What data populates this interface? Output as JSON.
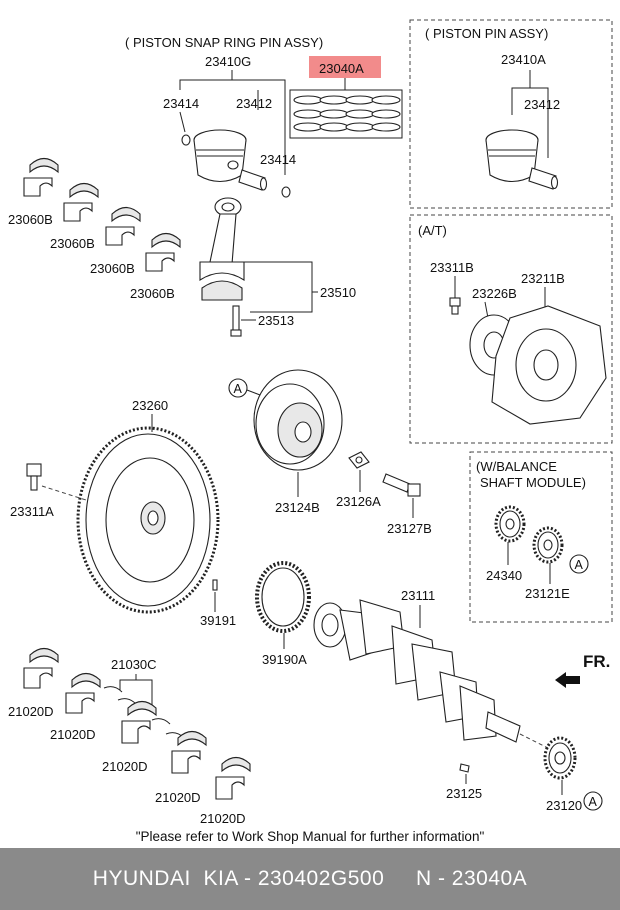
{
  "groups": {
    "piston_snap_ring": "( PISTON  SNAP RING  PIN ASSY)",
    "piston_pin": "( PISTON  PIN ASSY)",
    "at": "(A/T)",
    "balance_1": "(W/BALANCE",
    "balance_2": "SHAFT MODULE)"
  },
  "labels": {
    "p23410G": "23410G",
    "p23040A": "23040A",
    "p23410A": "23410A",
    "p23414_a": "23414",
    "p23412_a": "23412",
    "p23414_b": "23414",
    "p23412_b": "23412",
    "p23060B_1": "23060B",
    "p23060B_2": "23060B",
    "p23060B_3": "23060B",
    "p23060B_4": "23060B",
    "p23510": "23510",
    "p23513": "23513",
    "p23311B": "23311B",
    "p23226B": "23226B",
    "p23211B": "23211B",
    "p23260": "23260",
    "p23311A": "23311A",
    "p23124B": "23124B",
    "p23126A": "23126A",
    "p23127B": "23127B",
    "p24340": "24340",
    "p23121E": "23121E",
    "p39191": "39191",
    "p39190A": "39190A",
    "p23111": "23111",
    "p21030C": "21030C",
    "p21020D_1": "21020D",
    "p21020D_2": "21020D",
    "p21020D_3": "21020D",
    "p21020D_4": "21020D",
    "p21020D_5": "21020D",
    "p23125": "23125",
    "p23120": "23120",
    "fr": "FR.",
    "ref_a1": "A",
    "ref_a2": "A",
    "ref_a3": "A"
  },
  "note": "\"Please refer to Work Shop Manual for further information\"",
  "footer": "HYUNDAI  KIA - 230402G500     N - 23040A",
  "colors": {
    "highlight": "#f28b8b",
    "footer_bg": "#8a8a8a"
  }
}
